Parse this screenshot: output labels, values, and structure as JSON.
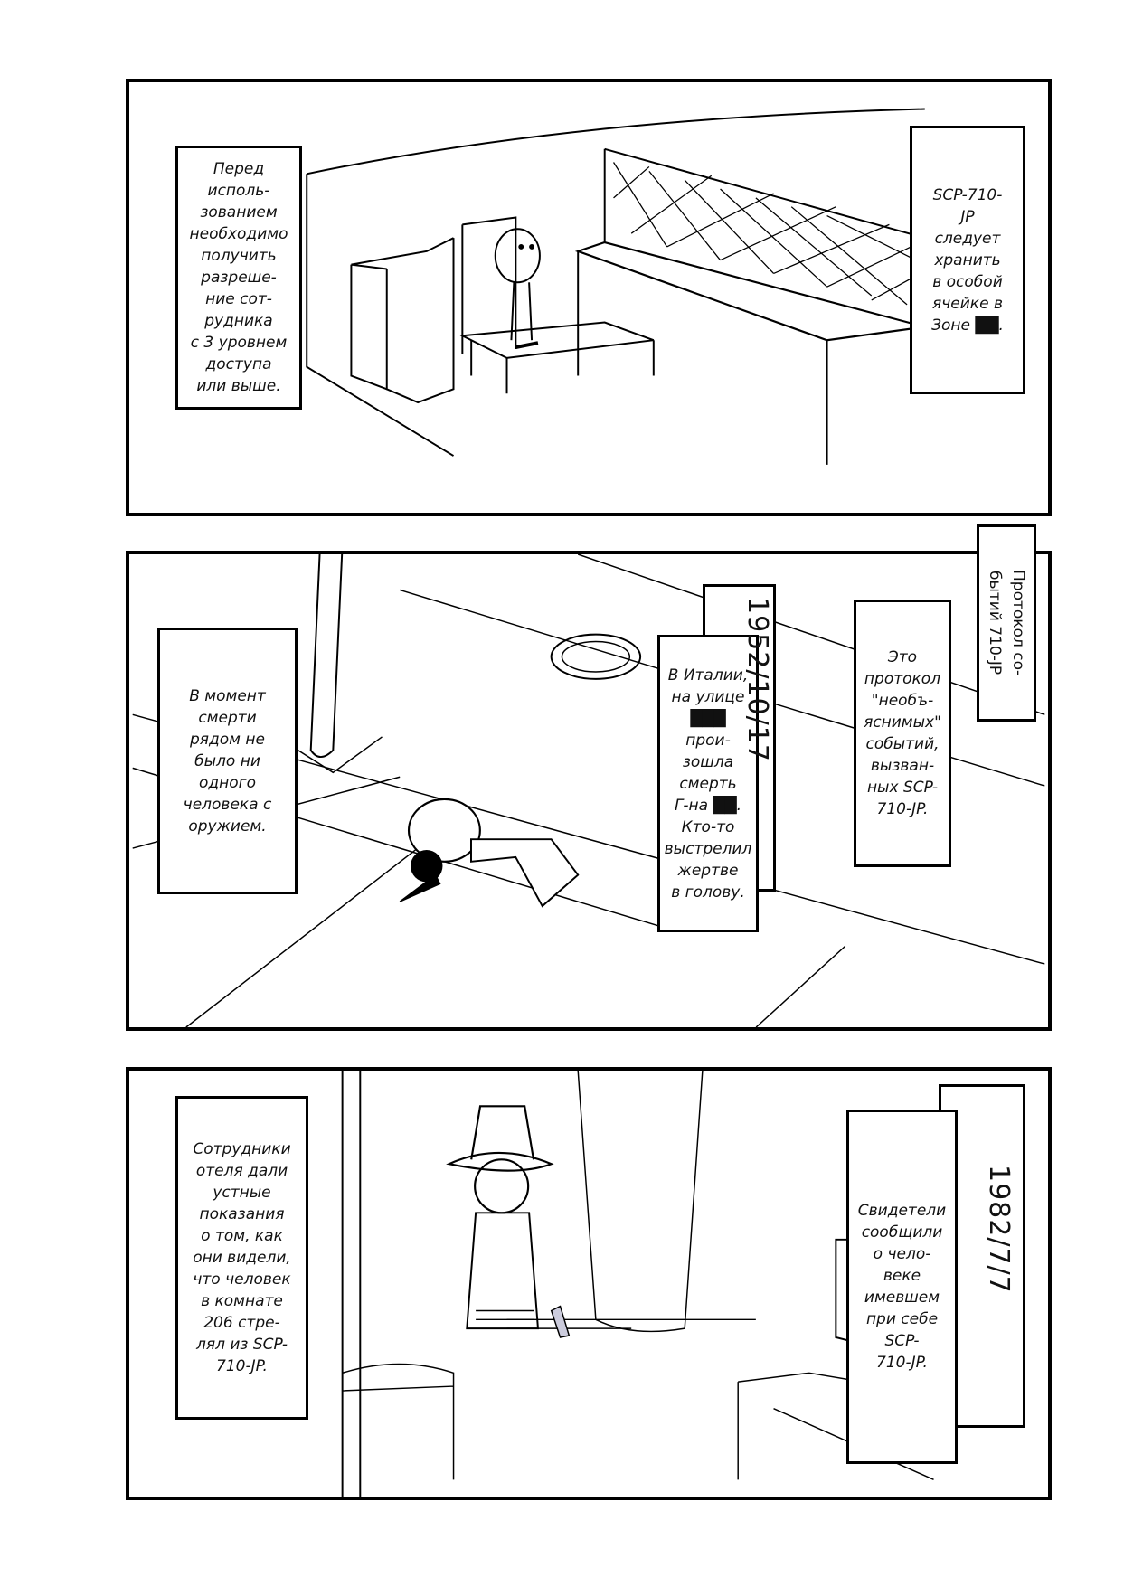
{
  "panel1": {
    "left_caption": "Перед\nисполь-\nзованием\nнеобходимо\nполучить\nразреше-\nние сот-\nрудника\nс 3 уровнем\nдоступа\nили выше.",
    "right_caption": "SCP-710-\nJP\nследует\nхранить\nв особой\nячейке в\nЗоне ██."
  },
  "panel2": {
    "left_caption": "В момент\nсмерти\nрядом не\nбыло ни\nодного\nчеловека с\nоружием.",
    "date": "1952/10/17",
    "incident_caption": "В Италии,\nна улице\n███\nпрои-\nзошла\nсмерть\nГ-на ██.\nКто-то\nвыстрелил\nжертве\nв голову.",
    "protocol_caption": "Это\nпротокол\n\"необъ-\nяснимых\"\nсобытий,\nвызван-\nных SCP-\n710-JP.",
    "vertical_title": "Протокол со-\nбытий 710-JP"
  },
  "panel3": {
    "left_caption": "Сотрудники\nотеля дали\nустные\nпоказания\nо том, как\nони видели,\nчто человек\nв комнате\n206 стре-\nлял из SCP-\n710-JP.",
    "date": "1982/7/7",
    "witness_caption": "Свидетели\nсообщили\nо чело-\nвеке\nимевшем\nпри себе\nSCP-\n710-JP."
  }
}
